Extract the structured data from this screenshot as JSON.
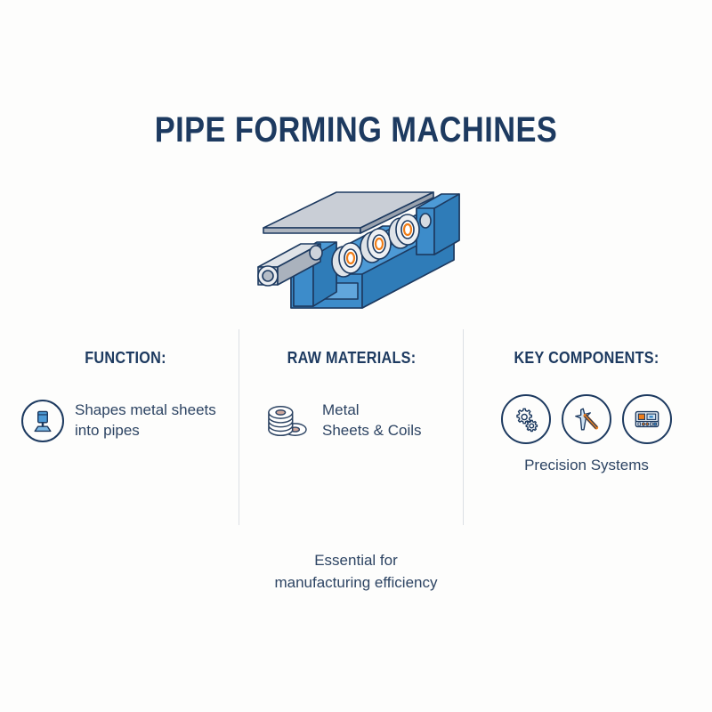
{
  "title": "PIPE FORMING MACHINES",
  "illustration": {
    "name": "pipe-forming-machine-illustration",
    "description": "Isometric roll forming machine with metal sheet entering, three roller assemblies and formed pipe exiting",
    "colors": {
      "body_blue": "#4d9ad6",
      "body_blue_dark": "#2f7cb8",
      "outline_navy": "#1d3a60",
      "sheet_gray": "#c9ced6",
      "roller_gray": "#e4e7ec",
      "accent_orange": "#ef7d18"
    }
  },
  "columns": [
    {
      "id": "function",
      "heading": "FUNCTION:",
      "icon": "press-forming-tool-icon",
      "text": "Shapes metal sheets\ninto pipes"
    },
    {
      "id": "raw-materials",
      "heading": "RAW MATERIALS:",
      "icon": "metal-coil-stack-icon",
      "text": "Metal\nSheets & Coils"
    },
    {
      "id": "key-components",
      "heading": "KEY COMPONENTS:",
      "icons": [
        "gears-icon",
        "welding-torch-icon",
        "control-panel-icon"
      ],
      "label": "Precision Systems"
    }
  ],
  "footer": "Essential for\nmanufacturing efficiency",
  "colors": {
    "background": "#fdfdfc",
    "heading_navy": "#1d3a60",
    "body_navy": "#2d4463",
    "divider_gray": "#dcdfe4",
    "accent_orange": "#ef7d18",
    "accent_blue": "#4d9ad6"
  }
}
